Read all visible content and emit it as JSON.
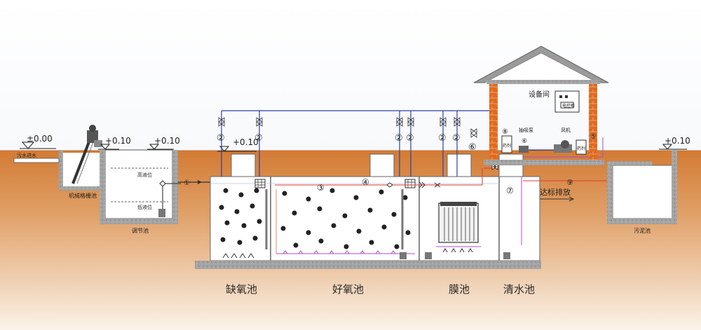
{
  "levels": {
    "ground": "±0.00",
    "high": "+0.10"
  },
  "labels": {
    "inlet": "污水进水",
    "screen": "机械格栅池",
    "high_level": "高液位",
    "low_level": "低液位",
    "equalization": "调节池",
    "equipment_room": "设备间",
    "control_cabinet": "电控柜",
    "dosing_1": "药剂",
    "dosing_2": "药剂",
    "suction_pump": "抽吸泵",
    "blower": "风机",
    "discharge": "达标排放",
    "sludge": "污泥池"
  },
  "tanks": {
    "anoxic": "缺氧池",
    "aerobic": "好氧池",
    "membrane": "膜池",
    "clear": "清水池"
  },
  "markers": [
    "①",
    "②",
    "③",
    "④",
    "⑤",
    "⑥",
    "⑦",
    "⑧",
    "⑨"
  ],
  "colors": {
    "sky": "#f6f8fb",
    "soil": "#d3833e",
    "blue_pipe": "#2e3fa3",
    "red_pipe": "#e03a2a",
    "purple_pipe": "#b04bc8",
    "brick": "#e06a20",
    "roof": "#8e8e8e",
    "concrete": "#9a9a9a"
  }
}
